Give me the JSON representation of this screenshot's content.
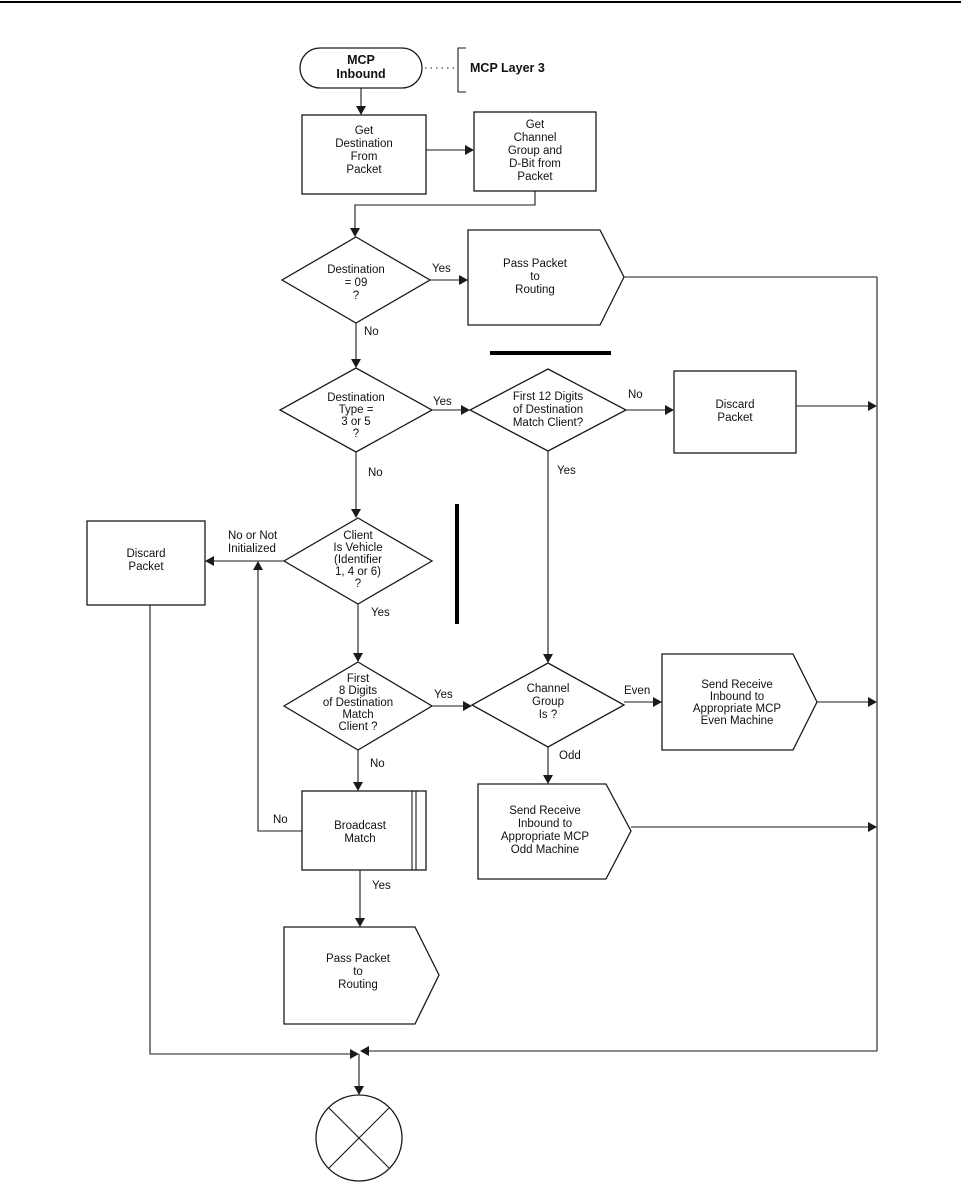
{
  "start": {
    "lines": [
      "MCP",
      "Inbound"
    ]
  },
  "annotation": "MCP Layer 3",
  "get_destination": {
    "lines": [
      "Get",
      "Destination",
      "From",
      "Packet"
    ]
  },
  "get_channel_group": {
    "lines": [
      "Get",
      "Channel",
      "Group and",
      "D-Bit from",
      "Packet"
    ]
  },
  "decision_dest_09": {
    "lines": [
      "Destination",
      "= 09",
      "?"
    ]
  },
  "pass_routing_1": {
    "lines": [
      "Pass Packet",
      "to",
      "Routing"
    ]
  },
  "decision_dest_type": {
    "lines": [
      "Destination",
      "Type =",
      "3 or 5",
      "?"
    ]
  },
  "decision_first12": {
    "lines": [
      "First 12 Digits",
      "of Destination",
      "Match Client?"
    ]
  },
  "discard_1": {
    "lines": [
      "Discard",
      "Packet"
    ]
  },
  "decision_vehicle": {
    "lines": [
      "Client",
      "Is Vehicle",
      "(Identifier",
      "1, 4 or 6)",
      "?"
    ]
  },
  "discard_2": {
    "lines": [
      "Discard",
      "Packet"
    ]
  },
  "decision_first8": {
    "lines": [
      "First",
      "8 Digits",
      "of Destination",
      "Match",
      "Client ?"
    ]
  },
  "decision_channel_group": {
    "lines": [
      "Channel",
      "Group",
      "Is ?"
    ]
  },
  "send_even": {
    "lines": [
      "Send Receive",
      "Inbound to",
      "Appropriate MCP",
      "Even Machine"
    ]
  },
  "send_odd": {
    "lines": [
      "Send Receive",
      "Inbound to",
      "Appropriate MCP",
      "Odd Machine"
    ]
  },
  "broadcast_match": {
    "lines": [
      "Broadcast",
      "Match"
    ]
  },
  "pass_routing_2": {
    "lines": [
      "Pass Packet",
      "to",
      "Routing"
    ]
  },
  "labels": {
    "yes_dest09": "Yes",
    "no_dest09": "No",
    "yes_type": "Yes",
    "no_type": "No",
    "no_first12": "No",
    "yes_first12": "Yes",
    "no_vehicle": [
      "No or Not",
      "Initialized"
    ],
    "yes_vehicle": "Yes",
    "yes_first8": "Yes",
    "no_first8": "No",
    "even": "Even",
    "odd": "Odd",
    "no_broadcast": "No",
    "yes_broadcast": "Yes"
  }
}
